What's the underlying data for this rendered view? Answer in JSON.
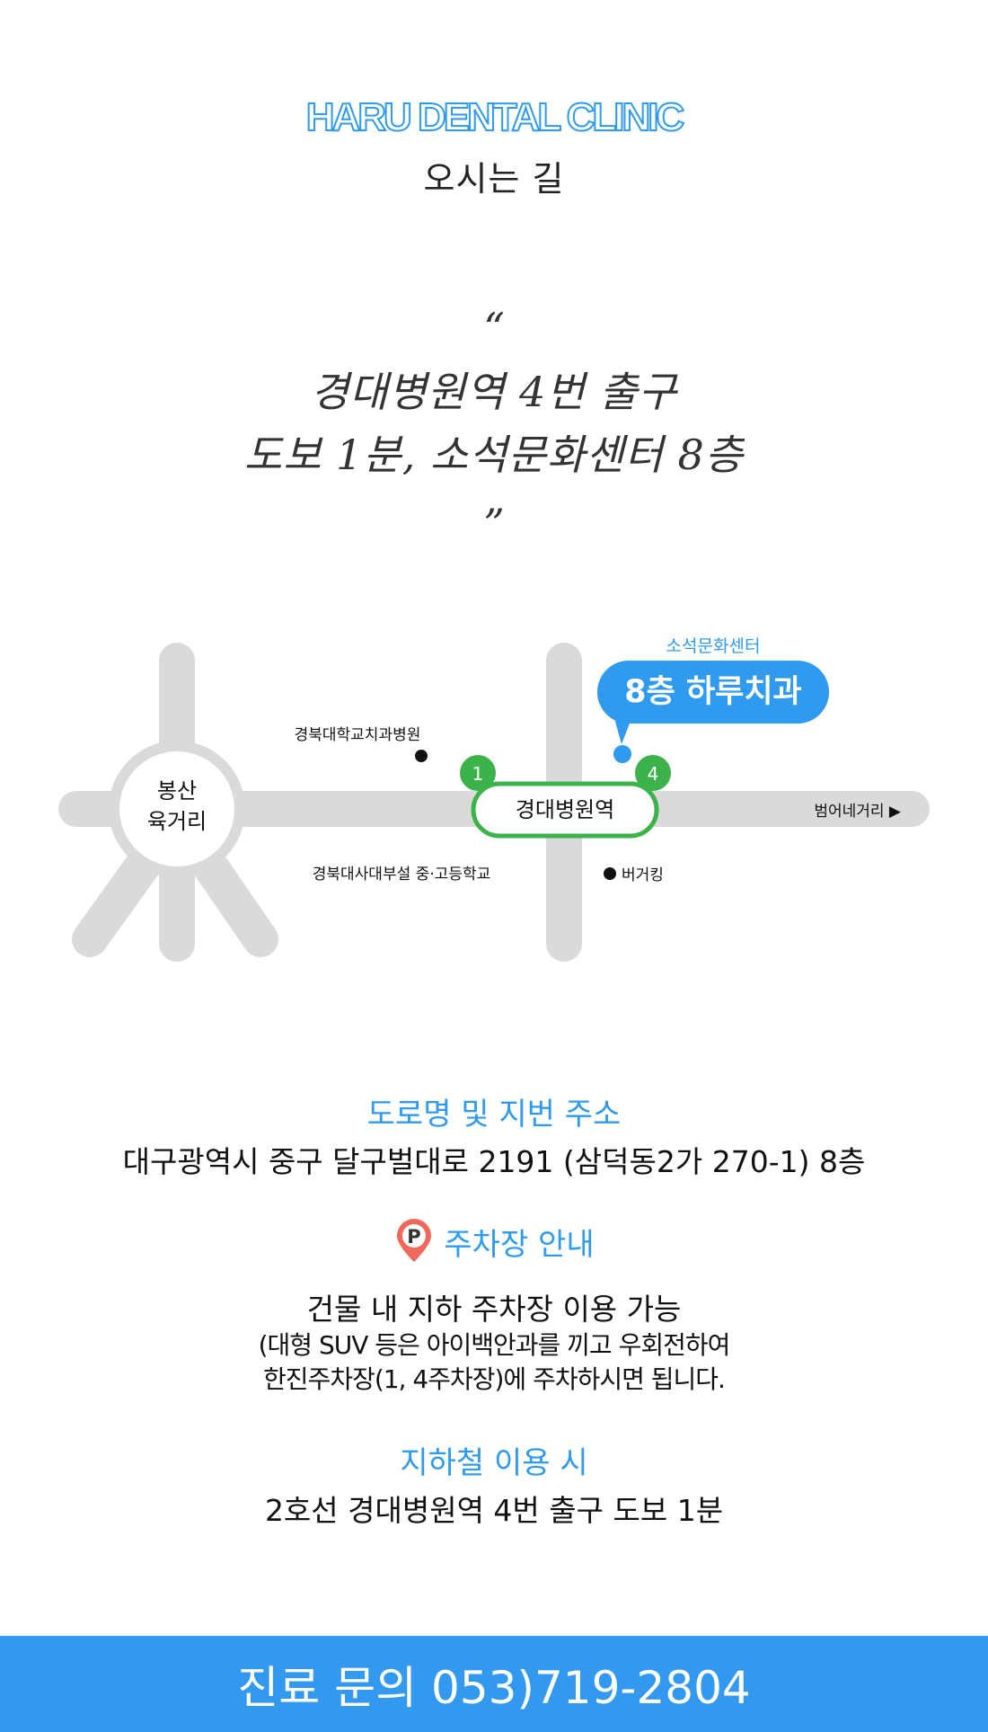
{
  "header": {
    "brand": "HARU DENTAL CLINIC",
    "subtitle": "오시는 길"
  },
  "quote": {
    "open": "“",
    "line1": "경대병원역 4번 출구",
    "line2": "도보 1분, 소석문화센터 8층",
    "close": "”"
  },
  "map": {
    "circle_label_1": "봉산",
    "circle_label_2": "육거리",
    "station": "경대병원역",
    "exit_1": "1",
    "exit_4": "4",
    "callout_top": "소석문화센터",
    "callout_main": "8층 하루치과",
    "landmark_hospital": "경북대학교치과병원",
    "landmark_school": "경북대사대부설 중·고등학교",
    "landmark_burger": "버거킹",
    "direction_right": "범어네거리 ▶",
    "colors": {
      "road": "#dadada",
      "station": "#3cb24a",
      "accent": "#2f9aee"
    }
  },
  "address": {
    "title": "도로명 및 지번 주소",
    "text": "대구광역시 중구 달구벌대로 2191 (삼덕동2가 270-1) 8층"
  },
  "parking": {
    "icon": "parking-pin-icon",
    "title": "주차장 안내",
    "line1": "건물 내 지하 주차장 이용 가능",
    "line2": "(대형 SUV 등은 아이백안과를 끼고 우회전하여",
    "line3": "한진주차장(1, 4주차장)에 주차하시면 됩니다."
  },
  "subway": {
    "title": "지하철 이용 시",
    "text": "2호선 경대병원역 4번 출구 도보 1분"
  },
  "footer": {
    "text": "진료 문의 053)719-2804",
    "color": "#3399ee"
  }
}
